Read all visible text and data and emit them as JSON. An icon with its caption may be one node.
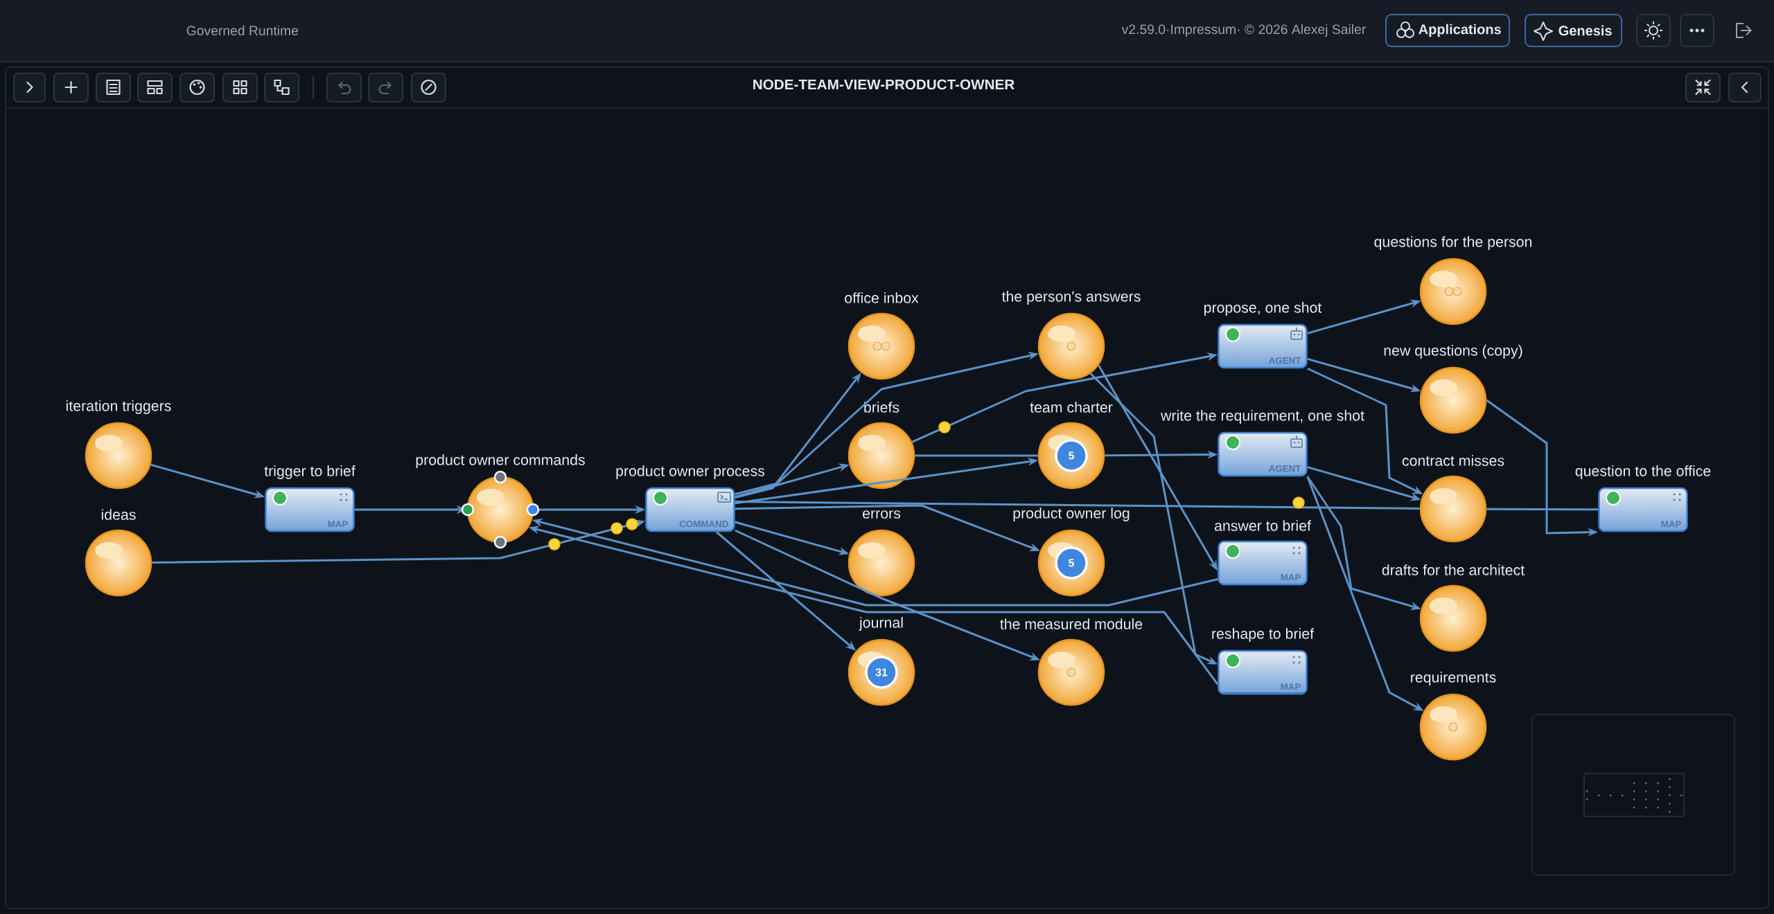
{
  "diagram": {
    "title": "NODE-TEAM-VIEW-PRODUCT-OWNER",
    "nodes": [
      {
        "text": [
          "iteration triggers"
        ]
      },
      {
        "text": [
          "ideas"
        ]
      },
      {
        "text": [
          "trigger to brief",
          "MAP"
        ]
      },
      {
        "text": [
          "product owner commands"
        ]
      },
      {
        "text": [
          "product owner process",
          "COMMAND"
        ]
      },
      {
        "text": [
          "office inbox"
        ]
      },
      {
        "text": [
          "briefs"
        ]
      },
      {
        "text": [
          "errors"
        ]
      },
      {
        "text": [
          "journal",
          "31"
        ]
      },
      {
        "text": [
          "the person's answers"
        ]
      },
      {
        "text": [
          "team charter",
          "5"
        ]
      },
      {
        "text": [
          "product owner log",
          "5"
        ]
      },
      {
        "text": [
          "the measured module"
        ]
      },
      {
        "text": [
          "propose, one shot",
          "AGENT"
        ]
      },
      {
        "text": [
          "write the requirement, one shot",
          "AGENT"
        ]
      },
      {
        "text": [
          "answer to brief",
          "MAP"
        ]
      },
      {
        "text": [
          "reshape to brief",
          "MAP"
        ]
      },
      {
        "text": [
          "questions for the person"
        ]
      },
      {
        "text": [
          "new questions (copy)"
        ]
      },
      {
        "text": [
          "contract misses"
        ]
      },
      {
        "text": [
          "drafts for the architect"
        ]
      },
      {
        "text": [
          "requirements"
        ]
      },
      {
        "text": [
          "question to the office",
          "MAP"
        ]
      }
    ],
    "edges": [
      {
        "from": 0,
        "to": 2,
        "arrow": "to"
      },
      {
        "from": 2,
        "to": 3,
        "arrow": "to"
      },
      {
        "from": 1,
        "to": 4,
        "arrow": "to"
      },
      {
        "from": 3,
        "to": 4,
        "arrow": "to"
      },
      {
        "from": 15,
        "to": 3,
        "arrow": "to"
      },
      {
        "from": 16,
        "to": 3,
        "arrow": "to"
      },
      {
        "from": 4,
        "to": 5,
        "arrow": "to"
      },
      {
        "from": 4,
        "to": 6,
        "arrow": "to"
      },
      {
        "from": 4,
        "to": 7,
        "arrow": "to"
      },
      {
        "from": 4,
        "to": 8,
        "arrow": "to"
      },
      {
        "from": 4,
        "to": 9,
        "arrow": "to"
      },
      {
        "from": 4,
        "to": 10,
        "arrow": "to"
      },
      {
        "from": 4,
        "to": 11,
        "arrow": "to"
      },
      {
        "from": 4,
        "to": 12,
        "arrow": "to"
      },
      {
        "from": 4,
        "to": 19,
        "arrow": "none"
      },
      {
        "from": 19,
        "to": 22,
        "arrow": "none"
      },
      {
        "from": 6,
        "to": 10,
        "arrow": "none"
      },
      {
        "from": 10,
        "to": 14,
        "arrow": "to"
      },
      {
        "from": 6,
        "to": 13,
        "arrow": "to"
      },
      {
        "from": 9,
        "to": 15,
        "arrow": "to"
      },
      {
        "from": 9,
        "to": 16,
        "arrow": "to"
      },
      {
        "from": 13,
        "to": 17,
        "arrow": "to"
      },
      {
        "from": 13,
        "to": 18,
        "arrow": "to"
      },
      {
        "from": 13,
        "to": 19,
        "arrow": "to"
      },
      {
        "from": 14,
        "to": 19,
        "arrow": "to"
      },
      {
        "from": 14,
        "to": 20,
        "arrow": "to"
      },
      {
        "from": 14,
        "to": 21,
        "arrow": "to"
      },
      {
        "from": 18,
        "to": 22,
        "arrow": "to"
      }
    ],
    "labels": [
      "Governed Runtime",
      "v2.59.0·Impressum· © 2026 Alexej Sailer",
      "Applications",
      "Genesis"
    ]
  }
}
